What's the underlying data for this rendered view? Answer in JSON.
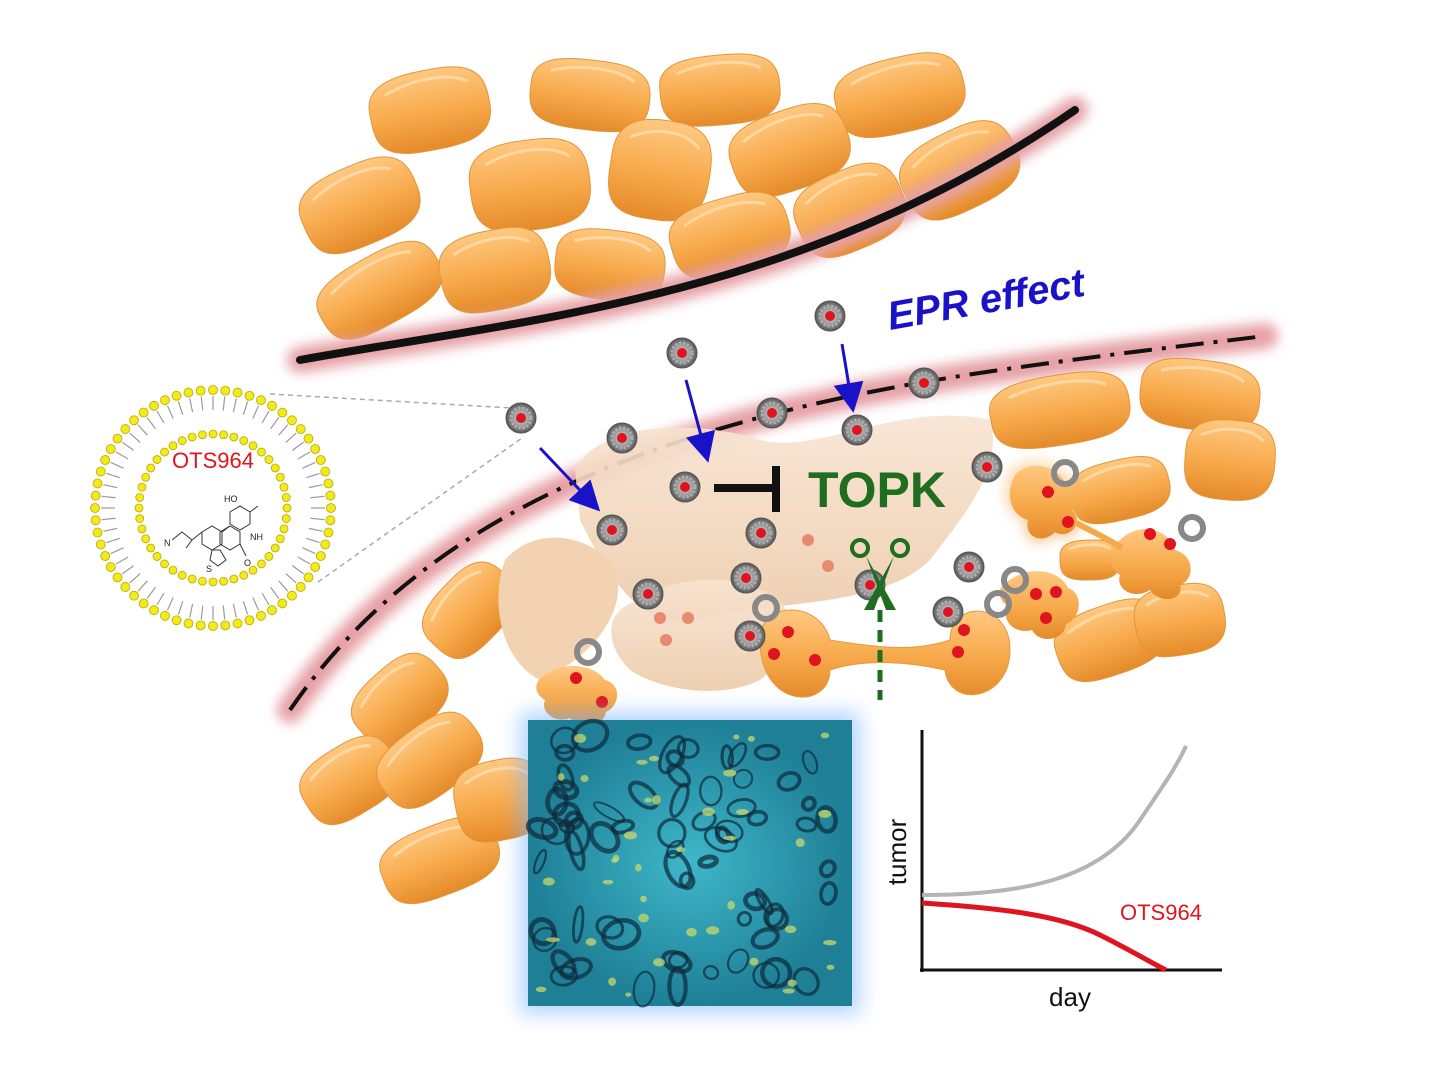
{
  "labels": {
    "epr": "EPR effect",
    "topk": "TOPK",
    "liposome_drug": "OTS964"
  },
  "chemistry": {
    "atoms": [
      "HO",
      "N",
      "NH",
      "S",
      "O"
    ]
  },
  "inset_chart": {
    "y_label": "tumor",
    "x_label": "day",
    "drug_series_label": "OTS964"
  },
  "colors": {
    "cell_fill": "#f7a94a",
    "faded_cell": "#f2d3b8",
    "vessel_glow": "#d9848c",
    "nanoparticle": "#707070",
    "payload": "#e0141e",
    "epr_blue": "#1a12c9",
    "topk_green": "#1f6e1f",
    "untreated_curve": "#b4b4b4",
    "treated_curve": "#e0141e",
    "lipid_head": "#f2ea1a"
  },
  "icons": [
    "scissors-icon",
    "inhibition-tbar-icon",
    "arrow-icon"
  ]
}
